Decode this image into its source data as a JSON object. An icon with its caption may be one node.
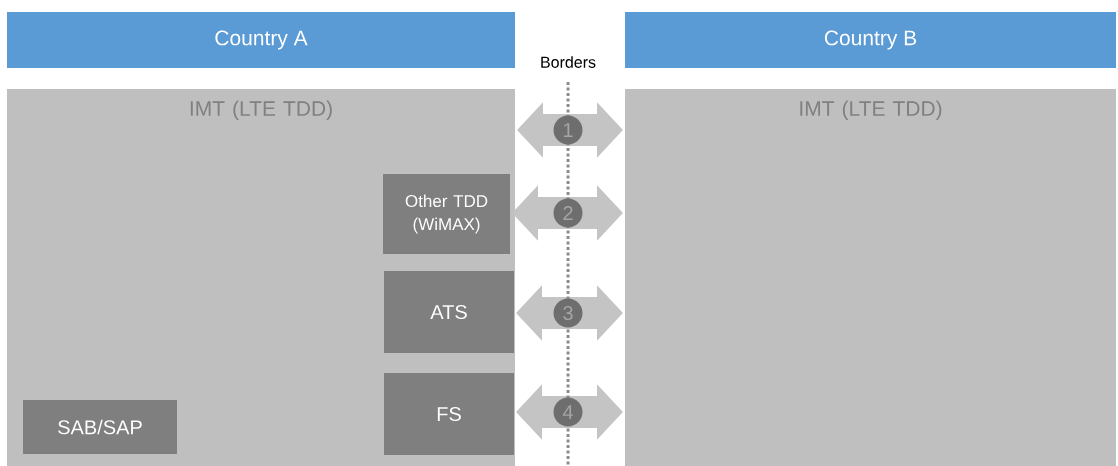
{
  "diagram": {
    "nodes": [
      {
        "text": [
          "Country A"
        ]
      },
      {
        "text": [
          "Country B"
        ]
      },
      {
        "text": [
          "IMT (LTE TDD)"
        ]
      },
      {
        "text": [
          "Other TDD (WiMAX)"
        ],
        "in": 2
      },
      {
        "text": [
          "ATS"
        ],
        "in": 2
      },
      {
        "text": [
          "FS"
        ],
        "in": 2
      },
      {
        "text": [
          "SAB/SAP"
        ],
        "in": 2
      },
      {
        "text": [
          "IMT (LTE TDD)"
        ]
      }
    ],
    "edges": [
      {
        "from": 2,
        "to": 7,
        "arrow": "both",
        "label": "1"
      },
      {
        "from": 3,
        "to": 7,
        "arrow": "both",
        "label": "2"
      },
      {
        "from": 4,
        "to": 7,
        "arrow": "both",
        "label": "3"
      },
      {
        "from": 5,
        "to": 7,
        "arrow": "both",
        "label": "4"
      }
    ],
    "labels": [
      "Borders"
    ]
  }
}
